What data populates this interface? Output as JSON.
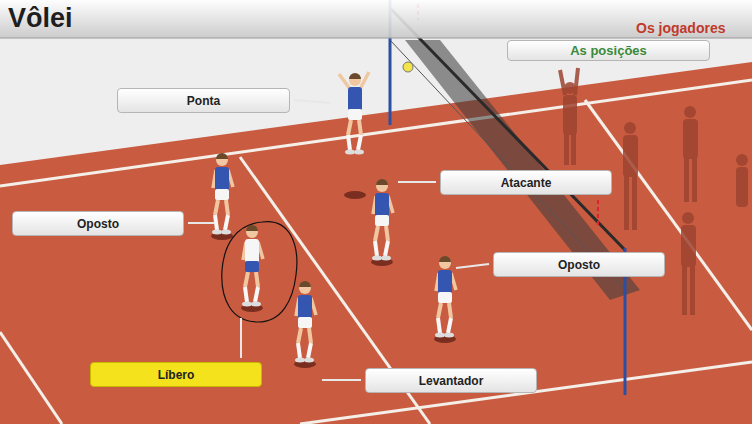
{
  "diagram": {
    "title": "Vôlei",
    "nodes": [
      {
        "text": [
          "As posições"
        ]
      },
      {
        "text": [
          "Ponta"
        ]
      },
      {
        "text": [
          "Atacante"
        ]
      },
      {
        "text": [
          "Oposto"
        ]
      },
      {
        "text": [
          "Oposto"
        ]
      },
      {
        "text": [
          "Líbero"
        ]
      },
      {
        "text": [
          "Levantador"
        ]
      }
    ],
    "labels": [
      "Os jogadores"
    ]
  }
}
